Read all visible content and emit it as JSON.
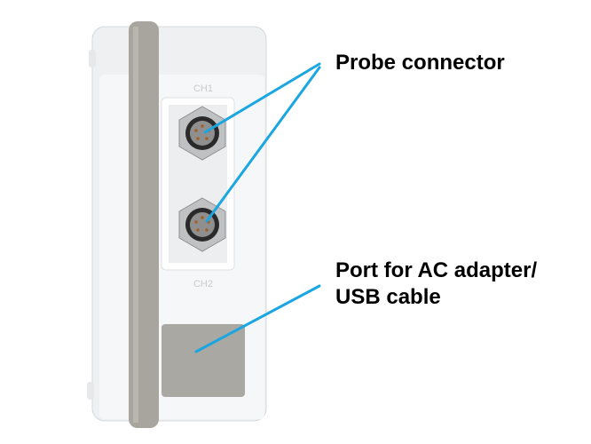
{
  "labels": {
    "probe_connector": "Probe connector",
    "port_line1": "Port for AC adapter/",
    "port_line2": "USB cable",
    "ch1": "CH1",
    "ch2": "CH2"
  },
  "colors": {
    "callout_line": "#1aa6e0",
    "body": "#f3f4f6",
    "band": "#a7a59d",
    "port_cover": "#a9a8a2"
  }
}
